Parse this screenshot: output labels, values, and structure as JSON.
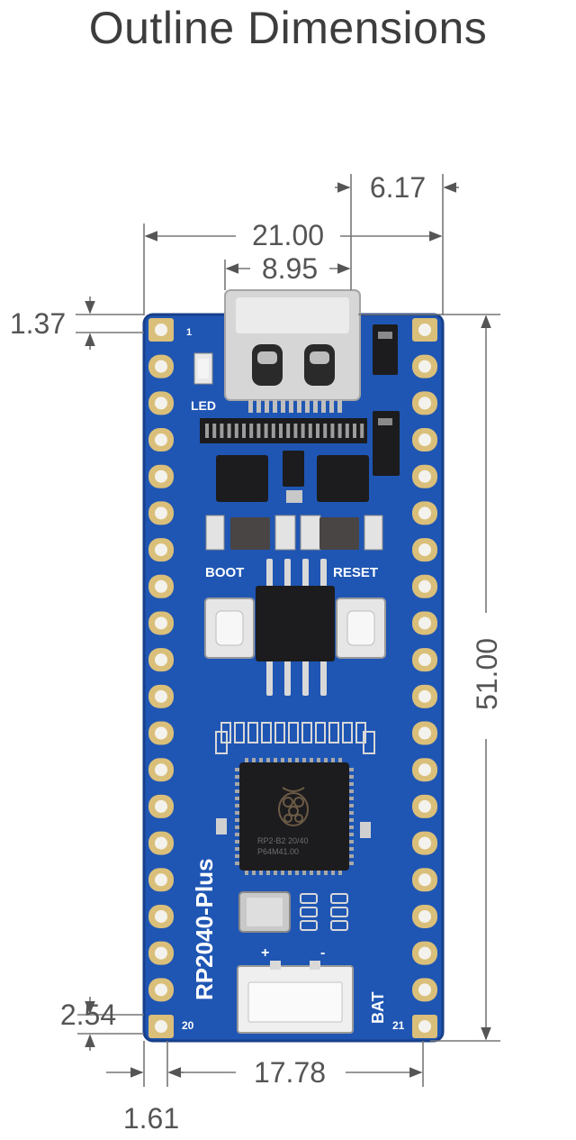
{
  "title": "Outline Dimensions",
  "board": {
    "name": "RP2040-Plus",
    "labels": {
      "led": "LED",
      "boot": "BOOT",
      "reset": "RESET",
      "bat": "BAT",
      "plus": "+",
      "minus": "-",
      "pin1": "1",
      "pin20": "20",
      "pin21": "21"
    },
    "pins_per_side": 20,
    "chip_text": [
      "RP2-B2  20/40",
      "P64M41.00"
    ],
    "colors": {
      "pcb": "#1f56b4",
      "pcb_edge": "#173f8a",
      "pad": "#d9bf7a",
      "chip": "#1c1c1e",
      "metal": "#cfcfcf",
      "text": "#555555"
    }
  },
  "dimensions": {
    "width": "21.00",
    "usb_width": "8.95",
    "usb_offset": "6.17",
    "top_margin": "1.37",
    "length": "51.00",
    "pin_pitch": "2.54",
    "pin_row_span": "17.78",
    "edge_offset": "1.61"
  }
}
